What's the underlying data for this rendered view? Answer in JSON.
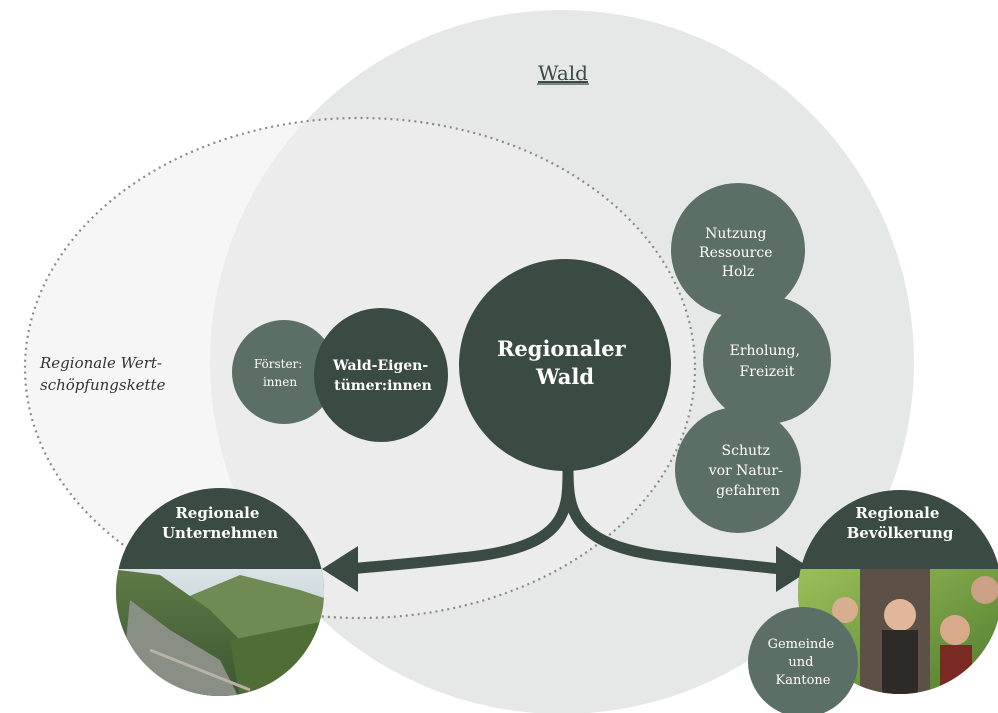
{
  "title": "Wald",
  "value_chain_label": [
    "Regionale Wert-",
    "schöpfungskette"
  ],
  "center": [
    "Regionaler",
    "Wald"
  ],
  "foresters": [
    "Förster:",
    "innen"
  ],
  "owners": [
    "Wald-Eigen-",
    "tümer:innen"
  ],
  "uses": [
    [
      "Nutzung",
      "Ressource",
      "Holz"
    ],
    [
      "Erholung,",
      "Freizeit"
    ],
    [
      "Schutz",
      "vor Natur-",
      "gefahren"
    ]
  ],
  "companies": [
    "Regionale",
    "Unternehmen"
  ],
  "population": [
    "Regionale",
    "Bevölkerung"
  ],
  "municipalities": [
    "Gemeinde",
    "und",
    "Kantone"
  ],
  "colors": {
    "dark": "#3a4b44",
    "medium": "#5b6f66",
    "forest_circle": "#e6e8e7",
    "ellipse_fill": "#efefef",
    "dotted": "#8a8a8a"
  }
}
